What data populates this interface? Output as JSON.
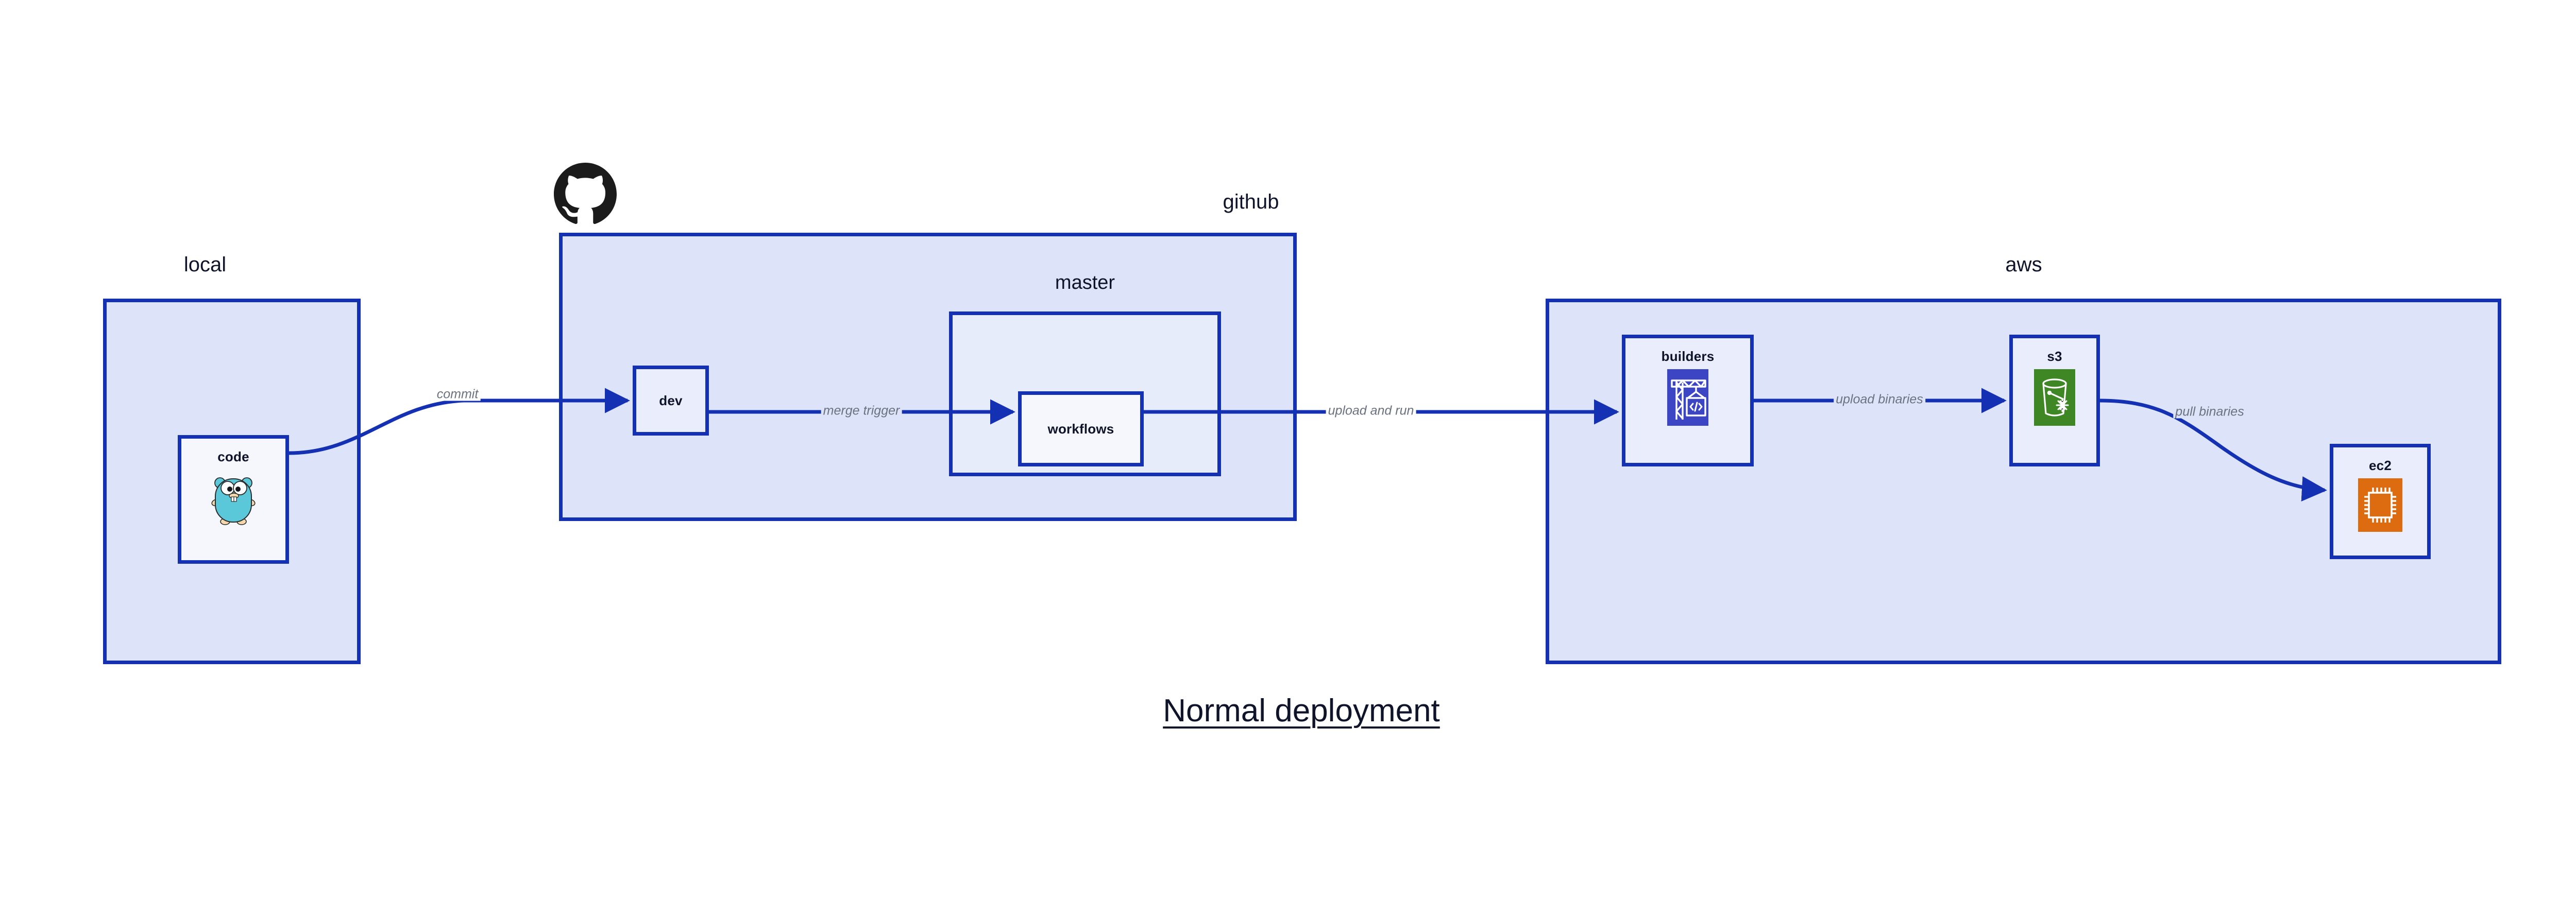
{
  "caption": {
    "text": "Normal deployment"
  },
  "colors": {
    "zone_fill": "#dde4fa",
    "zone_inner_fill": "#e7ecfb",
    "node_fill": "#eaeefc",
    "border_blue": "#1431b4",
    "edge_blue": "#1431b4",
    "edge_label_gray": "#6b7280",
    "text_dark": "#10142b",
    "codebuild_blue": "#3c45c4",
    "s3_green": "#3f8624",
    "ec2_orange": "#dd6b10",
    "gopher_cyan": "#5ac8d8",
    "github_black": "#1b1b1b",
    "page_bg": "#ffffff"
  },
  "zones": [
    {
      "id": "local",
      "title": "local"
    },
    {
      "id": "github",
      "title": "github"
    },
    {
      "id": "master",
      "title": "master"
    },
    {
      "id": "aws",
      "title": "aws"
    }
  ],
  "nodes": [
    {
      "id": "code",
      "label": "code",
      "icon": "go-gopher-icon"
    },
    {
      "id": "dev",
      "label": "dev",
      "icon": null
    },
    {
      "id": "workflows",
      "label": "workflows",
      "icon": null
    },
    {
      "id": "builders",
      "label": "builders",
      "icon": "aws-codebuild-icon"
    },
    {
      "id": "s3",
      "label": "s3",
      "icon": "aws-s3-glacier-icon"
    },
    {
      "id": "ec2",
      "label": "ec2",
      "icon": "aws-ec2-icon"
    }
  ],
  "edges": [
    {
      "id": "commit",
      "label": "commit",
      "from": "code",
      "to": "dev"
    },
    {
      "id": "merge-trigger",
      "label": "merge trigger",
      "from": "dev",
      "to": "workflows"
    },
    {
      "id": "upload-run",
      "label": "upload and run",
      "from": "workflows",
      "to": "builders"
    },
    {
      "id": "upload-bin",
      "label": "upload binaries",
      "from": "builders",
      "to": "s3"
    },
    {
      "id": "pull-bin",
      "label": "pull binaries",
      "from": "s3",
      "to": "ec2"
    }
  ],
  "logos": [
    {
      "id": "github-logo",
      "name": "github-octocat-icon"
    }
  ]
}
